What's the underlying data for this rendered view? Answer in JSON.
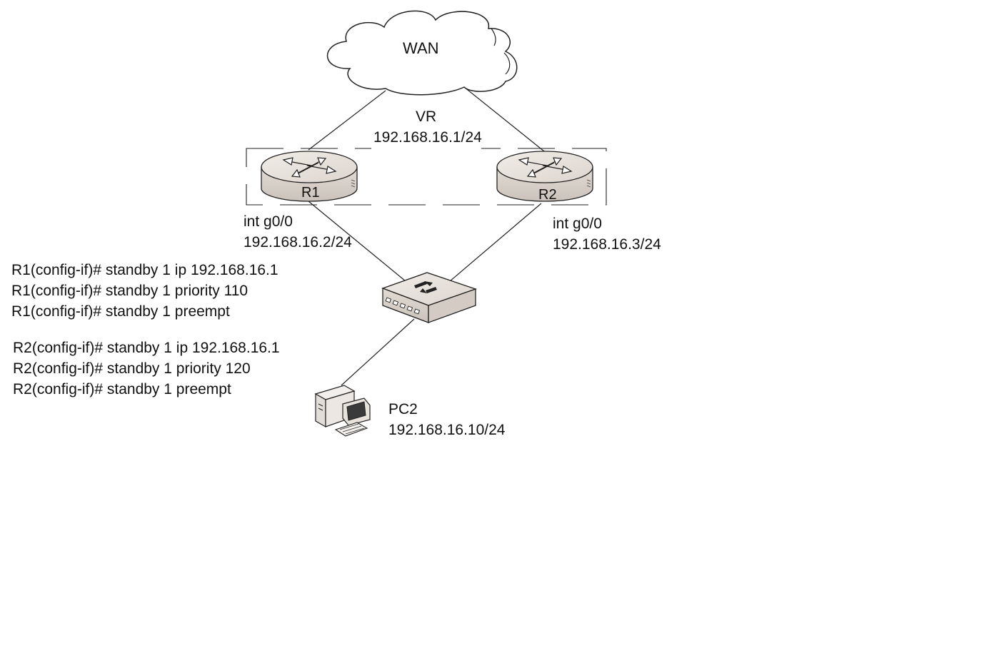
{
  "wan": {
    "label": "WAN"
  },
  "virtual_router": {
    "name": "VR",
    "ip": "192.168.16.1/24"
  },
  "r1": {
    "name": "R1",
    "interface": "int g0/0",
    "ip": "192.168.16.2/24"
  },
  "r2": {
    "name": "R2",
    "interface": "int g0/0",
    "ip": "192.168.16.3/24"
  },
  "pc2": {
    "name": "PC2",
    "ip": "192.168.16.10/24"
  },
  "r1_config": [
    "R1(config-if)# standby 1 ip 192.168.16.1",
    "R1(config-if)# standby 1 priority 110",
    "R1(config-if)# standby 1 preempt"
  ],
  "r2_config": [
    "R2(config-if)# standby 1 ip 192.168.16.1",
    "R2(config-if)# standby 1 priority 120",
    "R2(config-if)# standby 1 preempt"
  ],
  "colors": {
    "device_fill": "#e9e4df",
    "line": "#222222"
  }
}
